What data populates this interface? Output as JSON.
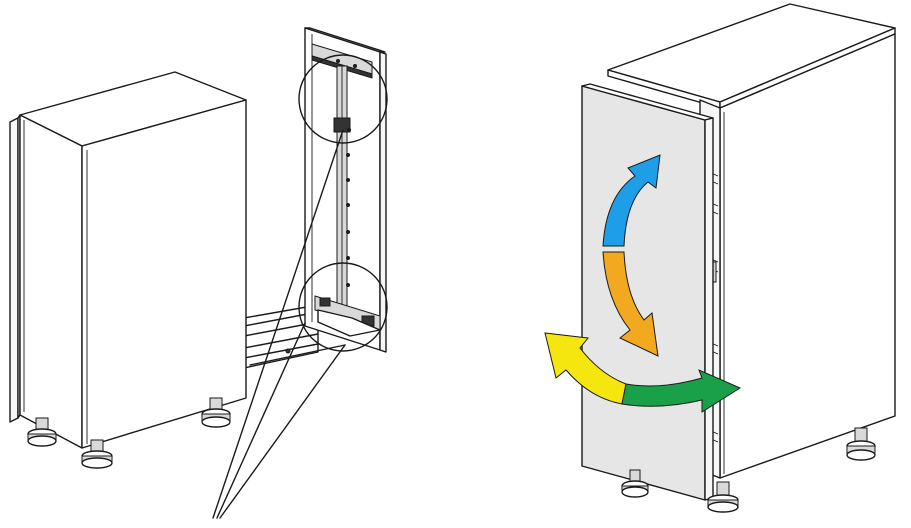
{
  "colors": {
    "arrow_up": "#1f9ee8",
    "arrow_down": "#f2a91f",
    "arrow_left": "#f5e60f",
    "arrow_right": "#1aa049",
    "door": "#e6e6e6",
    "line": "#1a1a1a"
  },
  "figures": [
    {
      "id": "left",
      "items": [
        "cabinet-body",
        "pull-out-frame",
        "detail-callout-top",
        "detail-callout-bottom",
        "pointer-lines"
      ]
    },
    {
      "id": "right",
      "items": [
        "cabinet-body",
        "front-door-panel",
        "adjustment-arrow-up",
        "adjustment-arrow-down",
        "adjustment-arrow-left",
        "adjustment-arrow-right"
      ]
    }
  ]
}
